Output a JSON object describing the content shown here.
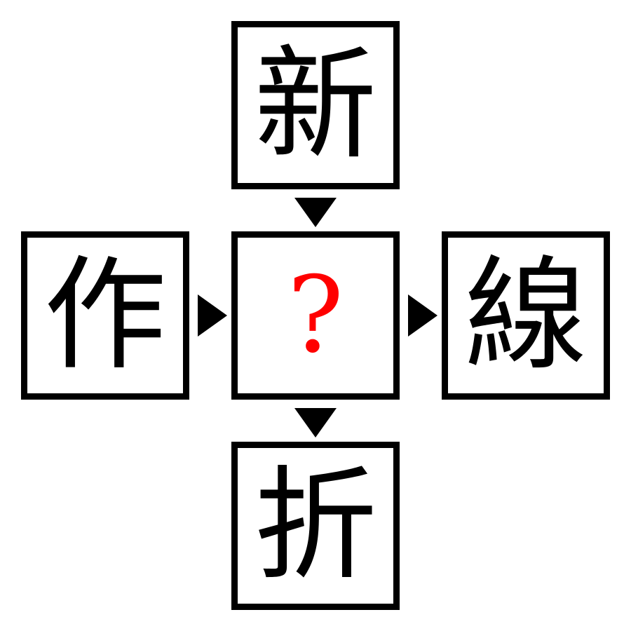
{
  "puzzle": {
    "top": "新",
    "left": "作",
    "center": "?",
    "right": "線",
    "bottom": "折"
  },
  "colors": {
    "answer_mark": "#ff0000",
    "kanji": "#000000",
    "border": "#000000"
  },
  "icons": {
    "arrow_down": "down-triangle-icon",
    "arrow_right": "right-triangle-icon"
  }
}
